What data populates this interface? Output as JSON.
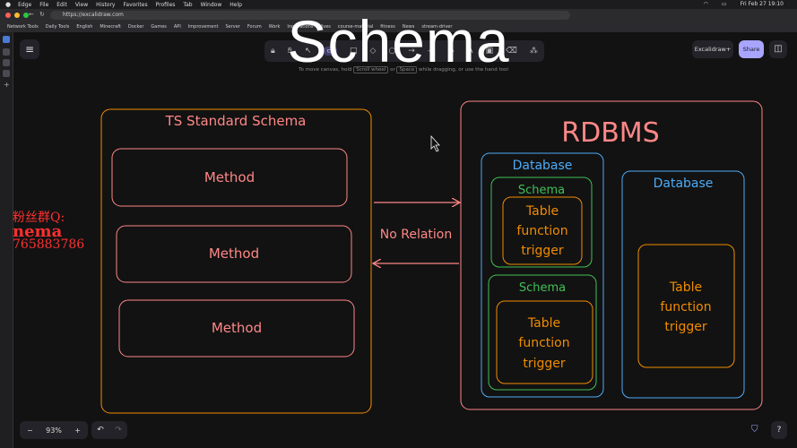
{
  "menubar": {
    "apple": "",
    "items": [
      "Edge",
      "File",
      "Edit",
      "View",
      "History",
      "Favorites",
      "Profiles",
      "Tab",
      "Window",
      "Help"
    ],
    "clock": "Fri Feb 27  19:10"
  },
  "browser": {
    "url": "https://excalidraw.com",
    "bookmarks": [
      "Network Tools",
      "Daily Tools",
      "English",
      "Minecraft",
      "Docker",
      "Games",
      "API",
      "Improvement",
      "Server",
      "Forum",
      "Work",
      "Innovations",
      "lives",
      "course-material",
      "fitness",
      "News",
      "stream-driver"
    ]
  },
  "overlay_title": "Schema",
  "toolbar": {
    "hint_prefix": "To move canvas, hold",
    "hint_key1": "Scroll wheel",
    "hint_mid": "or",
    "hint_key2": "Space",
    "hint_suffix": "while dragging, or use the hand tool"
  },
  "top_right": {
    "library_label": "Excalidraw+",
    "share_label": "Share"
  },
  "footer": {
    "zoom": "93%",
    "zoom_out": "−",
    "zoom_in": "+",
    "help": "?"
  },
  "watermark": {
    "line1": "粉丝群Q:",
    "line2": "nema",
    "line3": "765883786"
  },
  "diagram": {
    "left_title": "TS Standard Schema",
    "methods": [
      "Method",
      "Method",
      "Method"
    ],
    "relation_label": "No Relation",
    "rdbms_title": "RDBMS",
    "db1_title": "Database",
    "db2_title": "Database",
    "schema1_title": "Schema",
    "schema2_title": "Schema",
    "obj_line1": "Table",
    "obj_line2": "function",
    "obj_line3": "trigger"
  },
  "colors": {
    "orange": "#f08c00",
    "salmon": "#ff8787",
    "blue": "#4dabf7",
    "green": "#40c057",
    "share": "#a8a5ff"
  }
}
